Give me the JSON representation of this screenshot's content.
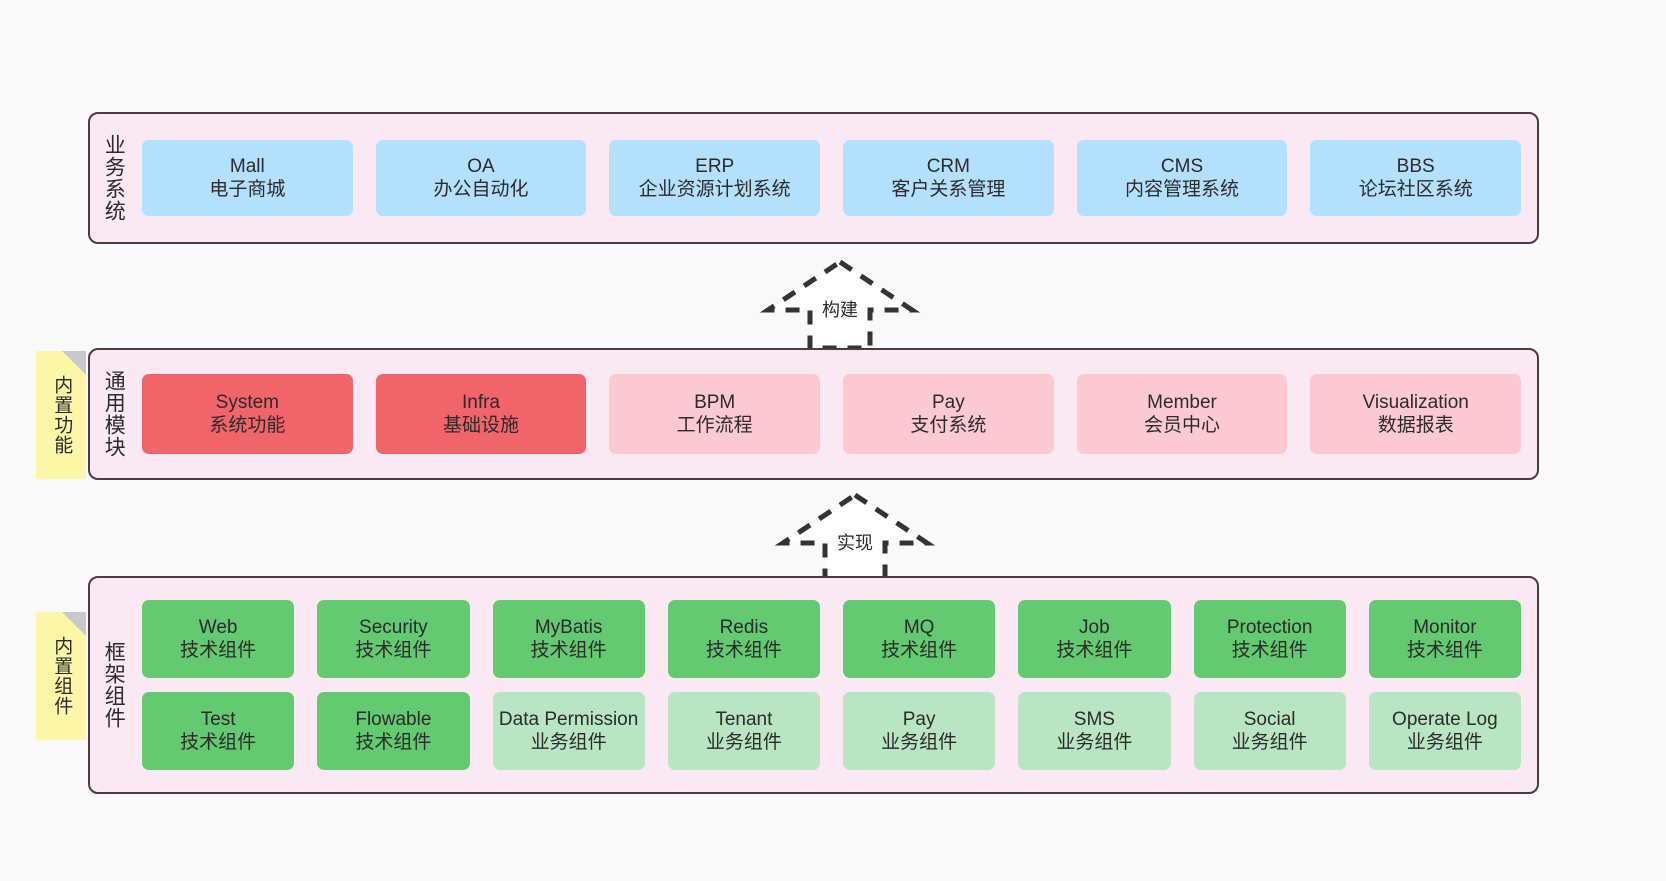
{
  "diagram": {
    "background_color": "#f9f9f9",
    "band_color": "#fae9f3",
    "band_border_color": "#4a3b46",
    "note_color": "#fbf7a6"
  },
  "layers": [
    {
      "id": "business",
      "title": "业务系统",
      "cell_color": "#b3e0fc",
      "rows": [
        [
          {
            "en": "Mall",
            "cn": "电子商城"
          },
          {
            "en": "OA",
            "cn": "办公自动化"
          },
          {
            "en": "ERP",
            "cn": "企业资源计划系统"
          },
          {
            "en": "CRM",
            "cn": "客户关系管理"
          },
          {
            "en": "CMS",
            "cn": "内容管理系统"
          },
          {
            "en": "BBS",
            "cn": "论坛社区系统"
          }
        ]
      ]
    },
    {
      "id": "common",
      "title": "通用模块",
      "cell_color_strong": "#f1646a",
      "cell_color_light": "#fcc9d2",
      "rows": [
        [
          {
            "en": "System",
            "cn": "系统功能",
            "tone": "strong"
          },
          {
            "en": "Infra",
            "cn": "基础设施",
            "tone": "strong"
          },
          {
            "en": "BPM",
            "cn": "工作流程",
            "tone": "light"
          },
          {
            "en": "Pay",
            "cn": "支付系统",
            "tone": "light"
          },
          {
            "en": "Member",
            "cn": "会员中心",
            "tone": "light"
          },
          {
            "en": "Visualization",
            "cn": "数据报表",
            "tone": "light"
          }
        ]
      ]
    },
    {
      "id": "framework",
      "title": "框架组件",
      "cell_color_strong": "#63ca72",
      "cell_color_light": "#b9e6c2",
      "rows": [
        [
          {
            "en": "Web",
            "cn": "技术组件",
            "tone": "strong"
          },
          {
            "en": "Security",
            "cn": "技术组件",
            "tone": "strong"
          },
          {
            "en": "MyBatis",
            "cn": "技术组件",
            "tone": "strong"
          },
          {
            "en": "Redis",
            "cn": "技术组件",
            "tone": "strong"
          },
          {
            "en": "MQ",
            "cn": "技术组件",
            "tone": "strong"
          },
          {
            "en": "Job",
            "cn": "技术组件",
            "tone": "strong"
          },
          {
            "en": "Protection",
            "cn": "技术组件",
            "tone": "strong"
          },
          {
            "en": "Monitor",
            "cn": "技术组件",
            "tone": "strong"
          }
        ],
        [
          {
            "en": "Test",
            "cn": "技术组件",
            "tone": "strong"
          },
          {
            "en": "Flowable",
            "cn": "技术组件",
            "tone": "strong"
          },
          {
            "en": "Data Permission",
            "cn": "业务组件",
            "tone": "light"
          },
          {
            "en": "Tenant",
            "cn": "业务组件",
            "tone": "light"
          },
          {
            "en": "Pay",
            "cn": "业务组件",
            "tone": "light"
          },
          {
            "en": "SMS",
            "cn": "业务组件",
            "tone": "light"
          },
          {
            "en": "Social",
            "cn": "业务组件",
            "tone": "light"
          },
          {
            "en": "Operate Log",
            "cn": "业务组件",
            "tone": "light"
          }
        ]
      ]
    }
  ],
  "notes": [
    {
      "id": "features",
      "label": "内置功能"
    },
    {
      "id": "components",
      "label": "内置组件"
    }
  ],
  "connectors": [
    {
      "id": "build",
      "label": "构建"
    },
    {
      "id": "implement",
      "label": "实现"
    }
  ]
}
